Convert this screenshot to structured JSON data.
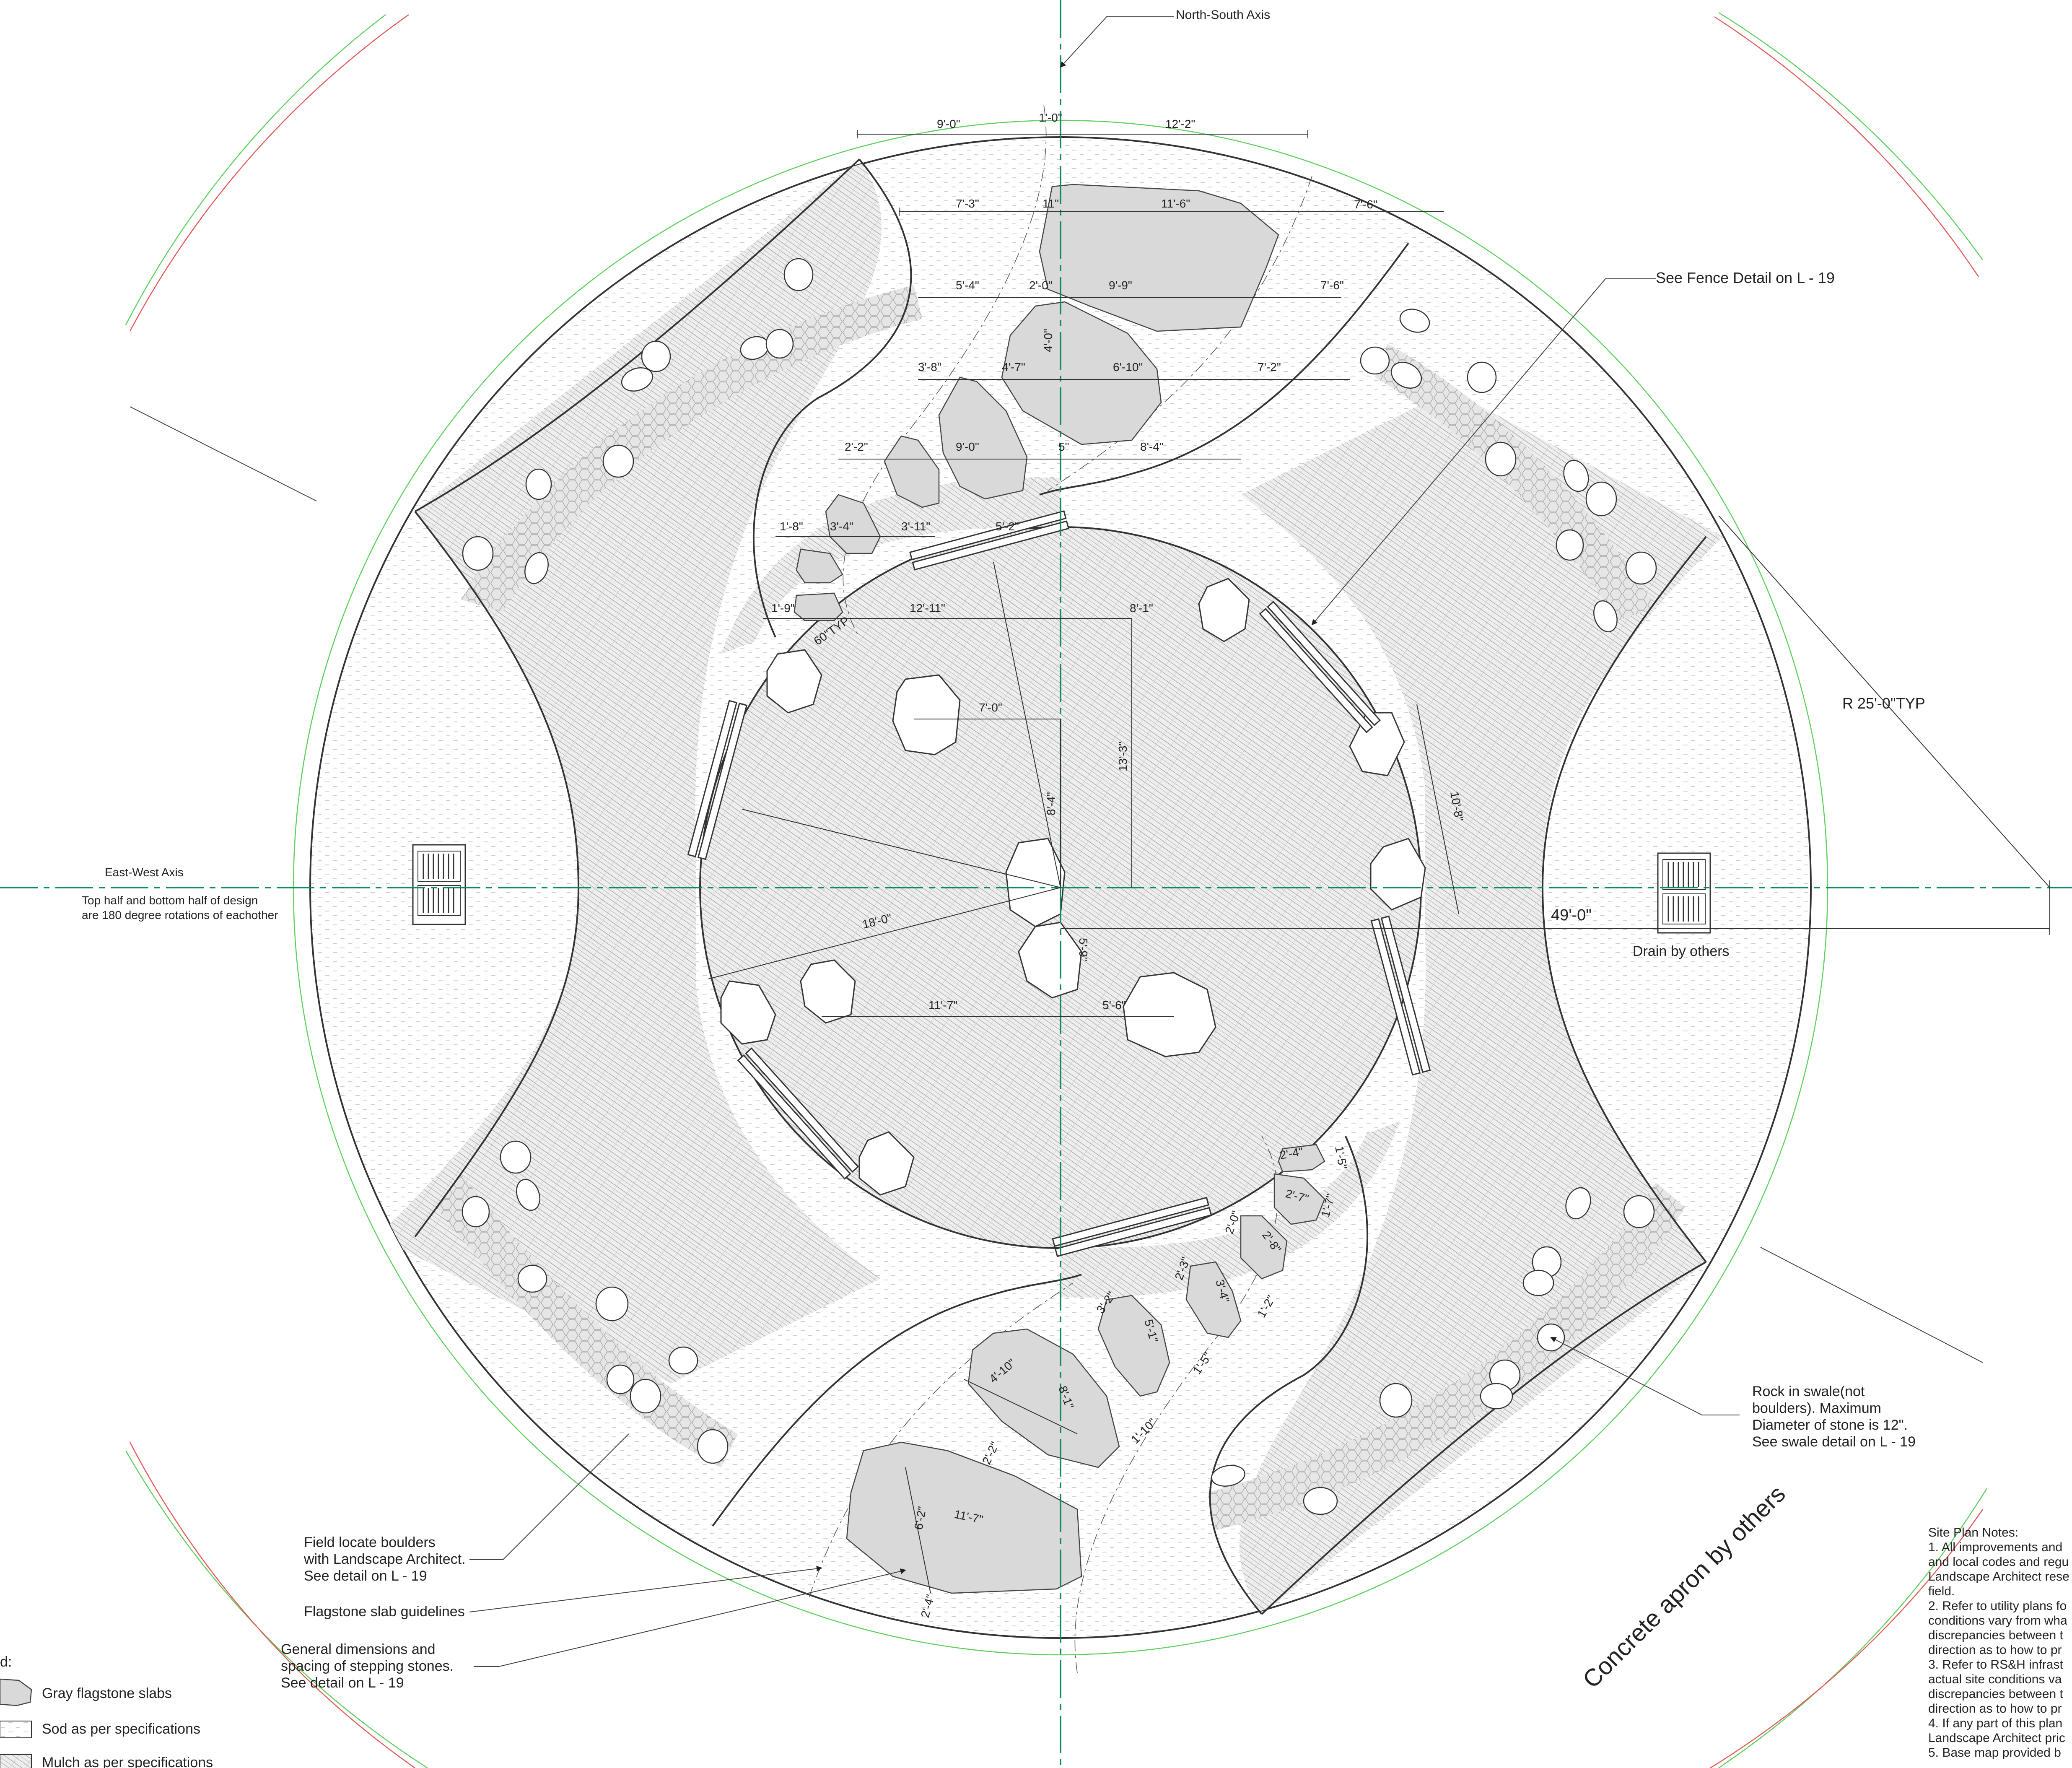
{
  "labels": {
    "north_south_axis": "North-South Axis",
    "east_west_axis": "East-West Axis",
    "rotation_note_1": "Top half and bottom half of design",
    "rotation_note_2": "are 180 degree rotations of eachother",
    "fence_detail": "See Fence Detail on L - 19",
    "radius": "R 25'-0\"TYP",
    "width_49": "49'-0\"",
    "drain": "Drain by others",
    "rock_swale_1": "Rock in swale(not",
    "rock_swale_2": "boulders).  Maximum",
    "rock_swale_3": "Diameter of stone is 12\".",
    "rock_swale_4": "See swale detail on L - 19",
    "concrete_apron": "Concrete apron by others",
    "field_locate_1": "Field locate boulders",
    "field_locate_2": "with Landscape Architect.",
    "field_locate_3": "See detail on L - 19",
    "flagstone_guidelines": "Flagstone slab guidelines",
    "general_dims_1": "General dimensions and",
    "general_dims_2": "spacing of stepping stones.",
    "general_dims_3": "See detail on L - 19",
    "angle_60": "60\"TYP"
  },
  "legend": {
    "title": "d:",
    "items": [
      "Gray flagstone slabs",
      "Sod as per specifications",
      "Mulch as per specifications"
    ]
  },
  "site_notes": {
    "title": "Site Plan Notes:",
    "lines": [
      "1. All improvements and",
      "and local codes and regu",
      "Landscape Architect rese",
      "field.",
      "2. Refer to utility plans fo",
      "conditions vary from wha",
      "discrepancies between t",
      "direction as to how to pr",
      "3. Refer to RS&H infrast",
      "actual site conditions va",
      "discrepancies between t",
      "direction as to how to pr",
      "4. If any part of this plan",
      "Landscape Architect pric",
      "5. Base map provided b"
    ]
  },
  "dimensions": {
    "d_9_0": "9'-0\"",
    "d_1_0": "1'-0\"",
    "d_12_2": "12'-2\"",
    "d_7_3": "7'-3\"",
    "d_11in": "11\"",
    "d_11_6": "11'-6\"",
    "d_7_6a": "7'-6\"",
    "d_5_4": "5'-4\"",
    "d_2_0a": "2'-0\"",
    "d_9_9": "9'-9\"",
    "d_7_6b": "7'-6\"",
    "d_3_8": "3'-8\"",
    "d_4_7": "4'-7\"",
    "d_4_0": "4'-0\"",
    "d_6_10": "6'-10\"",
    "d_7_2": "7'-2\"",
    "d_2_2a": "2'-2\"",
    "d_9_0b": "9'-0\"",
    "d_5in": "5\"",
    "d_8_4a": "8'-4\"",
    "d_1_8": "1'-8\"",
    "d_3_4a": "3'-4\"",
    "d_3_11": "3'-11\"",
    "d_5_2": "5'-2\"",
    "d_1_9": "1'-9\"",
    "d_12_11": "12'-11\"",
    "d_8_1a": "8'-1\"",
    "d_7_0": "7'-0\"",
    "d_13_3": "13'-3\"",
    "d_8_4b": "8'-4\"",
    "d_10_8": "10'-8\"",
    "d_18_0": "18'-0\"",
    "d_5_9": "5'-9\"",
    "d_11_7a": "11'-7\"",
    "d_5_6": "5'-6\"",
    "d_2_4a": "2'-4\"",
    "d_1_5a": "1'-5\"",
    "d_2_7": "2'-7\"",
    "d_1_7": "1'-7\"",
    "d_2_0b": "2'-0\"",
    "d_2_8": "2'-8\"",
    "d_2_3": "2'-3\"",
    "d_3_4b": "3'-4\"",
    "d_1_2": "1'-2\"",
    "d_3_2": "3'-2\"",
    "d_5_1": "5'-1\"",
    "d_1_5b": "1'-5\"",
    "d_4_10": "4'-10\"",
    "d_8_1b": "8'-1\"",
    "d_1_10": "1'-10\"",
    "d_2_2b": "2'-2\"",
    "d_6_2": "6'-2\"",
    "d_11_7b": "11'-7\"",
    "d_2_4b": "2'-4\""
  },
  "colors": {
    "axis": "#0a8a64",
    "slab_fill": "#d9d9d9",
    "outer_green": "#5fd05f",
    "outer_red": "#e25a5a"
  }
}
